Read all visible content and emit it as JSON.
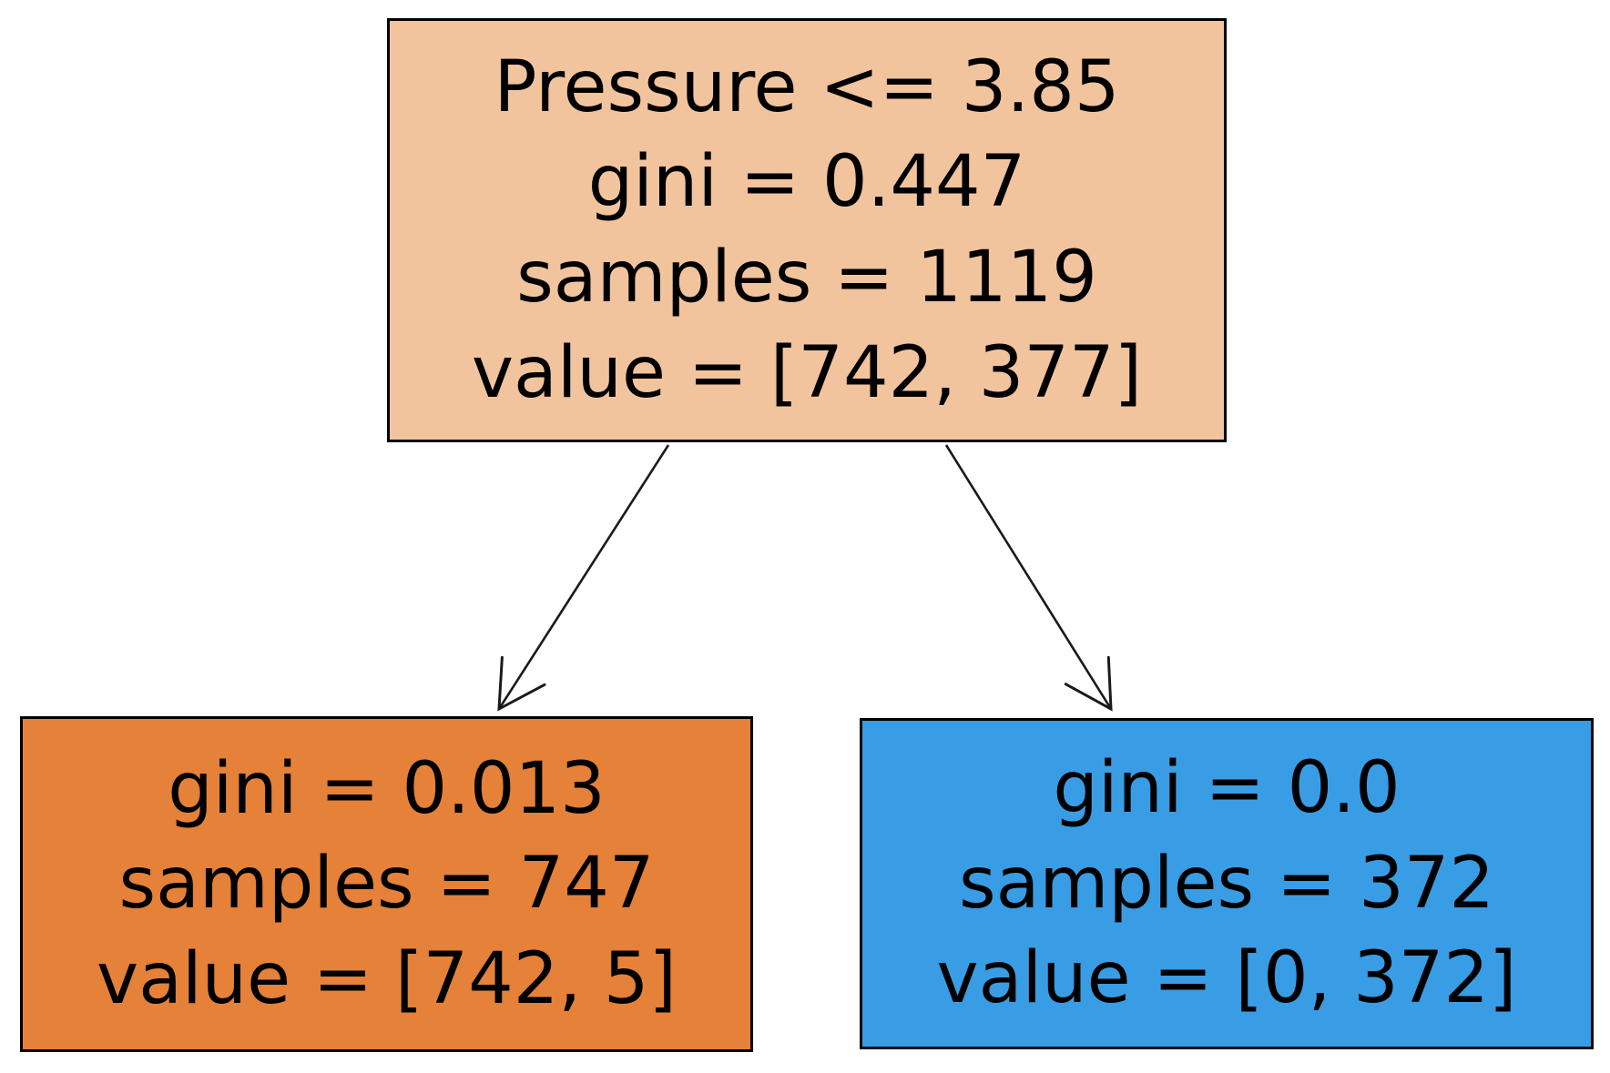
{
  "diagram": {
    "type": "decision-tree",
    "nodes": {
      "root": {
        "lines": {
          "condition": "Pressure <= 3.85",
          "gini": "gini = 0.447",
          "samples": "samples = 1119",
          "value": "value = [742, 377]"
        },
        "fill": "#f2c49e"
      },
      "left_leaf": {
        "lines": {
          "gini": "gini = 0.013",
          "samples": "samples = 747",
          "value": "value = [742, 5]"
        },
        "fill": "#e58139"
      },
      "right_leaf": {
        "lines": {
          "gini": "gini = 0.0",
          "samples": "samples = 372",
          "value": "value = [0, 372]"
        },
        "fill": "#399de5"
      }
    },
    "edges": {
      "color": "#1a1a1a",
      "border_color": "#000000",
      "text_color": "#000000"
    }
  }
}
